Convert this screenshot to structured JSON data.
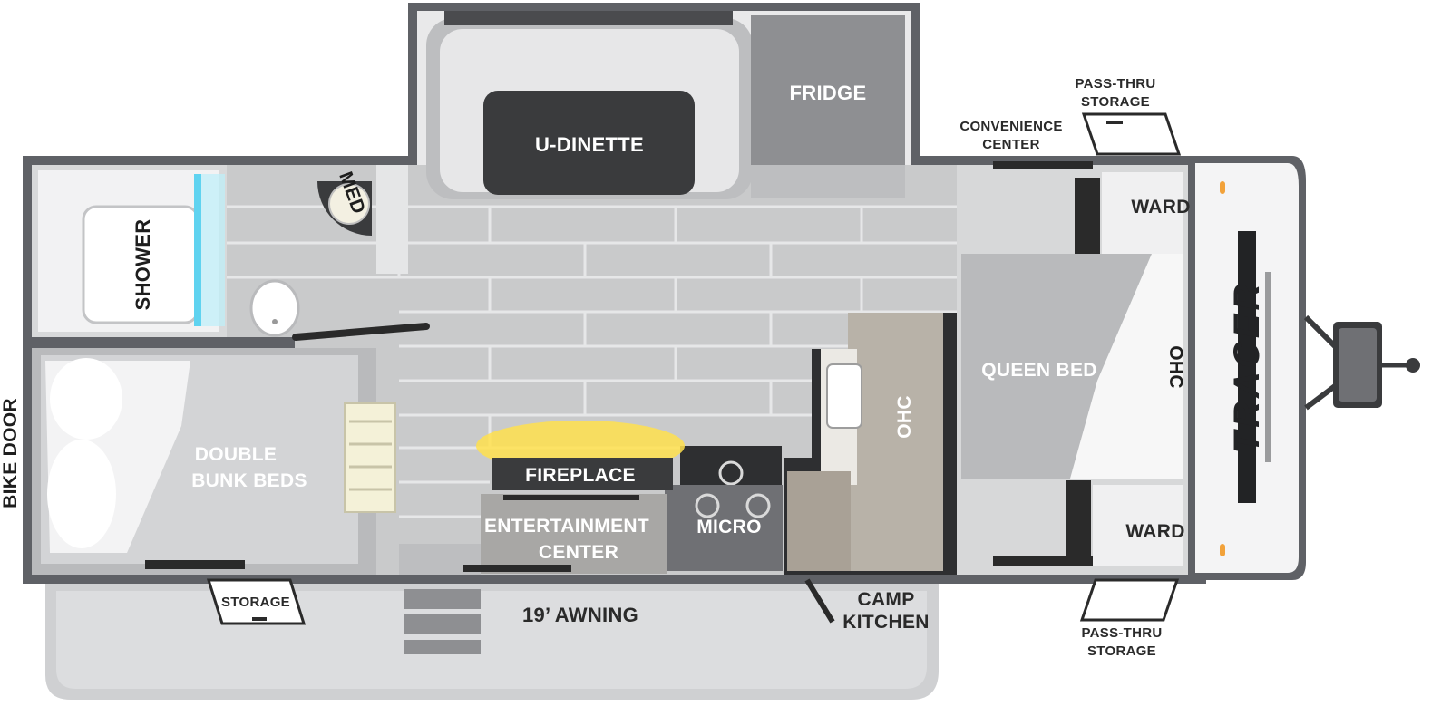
{
  "brand": {
    "logo_text": "TRACER"
  },
  "labels": {
    "u_dinette": "U-DINETTE",
    "fridge": "FRIDGE",
    "shower": "SHOWER",
    "med": "MED",
    "pass_thru_top_1": "PASS-THRU",
    "pass_thru_top_2": "STORAGE",
    "convenience_1": "CONVENIENCE",
    "convenience_2": "CENTER",
    "ward_top": "WARD",
    "ward_bottom": "WARD",
    "queen_bed": "QUEEN BED",
    "ohc_right": "OHC",
    "ohc_kitchen": "OHC",
    "double_bunk_1": "DOUBLE",
    "double_bunk_2": "BUNK BEDS",
    "bike_door": "BIKE DOOR",
    "fireplace": "FIREPLACE",
    "entertainment_1": "ENTERTAINMENT",
    "entertainment_2": "CENTER",
    "micro": "MICRO",
    "storage": "STORAGE",
    "awning": "19’ AWNING",
    "camp_kitchen_1": "CAMP",
    "camp_kitchen_2": "KITCHEN",
    "pass_thru_bottom_1": "PASS-THRU",
    "pass_thru_bottom_2": "STORAGE"
  },
  "colors": {
    "wall": "#5f6166",
    "floor": "#c9cacb",
    "floor_line": "#e6e7e8",
    "awning": "#cfd0d2",
    "dinette_table": "#3a3b3d",
    "fridge": "#8e8f92",
    "shower_glass": "#5fd3f0",
    "fireplace_glow": "#ffe14d",
    "cap": "#f4f4f5",
    "accent_stripe": "#222325",
    "marker_light": "#f2a23a"
  }
}
